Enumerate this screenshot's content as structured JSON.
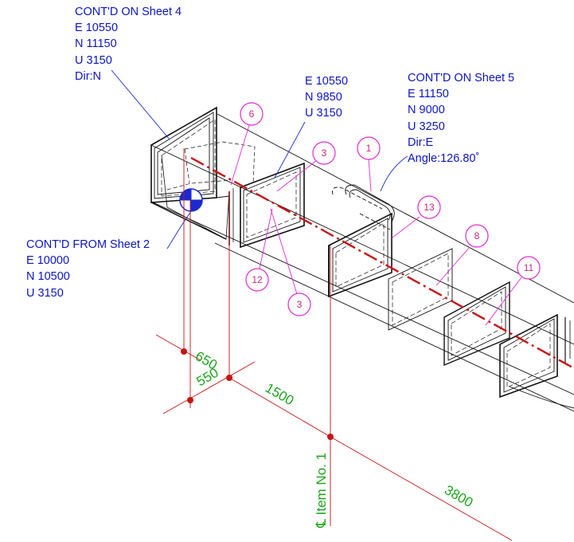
{
  "annotations": {
    "cont_on_sheet4": [
      "CONT'D ON Sheet 4",
      "E 10550",
      "N 11150",
      "U 3150",
      "Dir:N"
    ],
    "mid_point": [
      "E 10550",
      "N 9850",
      "U 3150"
    ],
    "cont_on_sheet5": [
      "CONT'D ON Sheet 5",
      "E 11150",
      "N 9000",
      "U 3250",
      "Dir:E",
      "Angle:126.80˚"
    ],
    "cont_from_sheet2": [
      "CONT'D FROM Sheet 2",
      "E 10000",
      "N 10500",
      "U 3150"
    ]
  },
  "balloons": [
    "6",
    "3",
    "1",
    "13",
    "8",
    "11",
    "12",
    "3"
  ],
  "dimensions": {
    "d650": "650",
    "d550": "550",
    "d1500": "1500",
    "d3800": "3800",
    "item_label": "℄ Item No. 1"
  },
  "colors": {
    "annotation_text": "#0a14c8",
    "balloon": "#e22ad6",
    "balloon_text": "#c8287a",
    "dimension_line": "#c81414",
    "dimension_text": "#1aa51a",
    "centerline": "#c81414",
    "outline": "#111111"
  }
}
